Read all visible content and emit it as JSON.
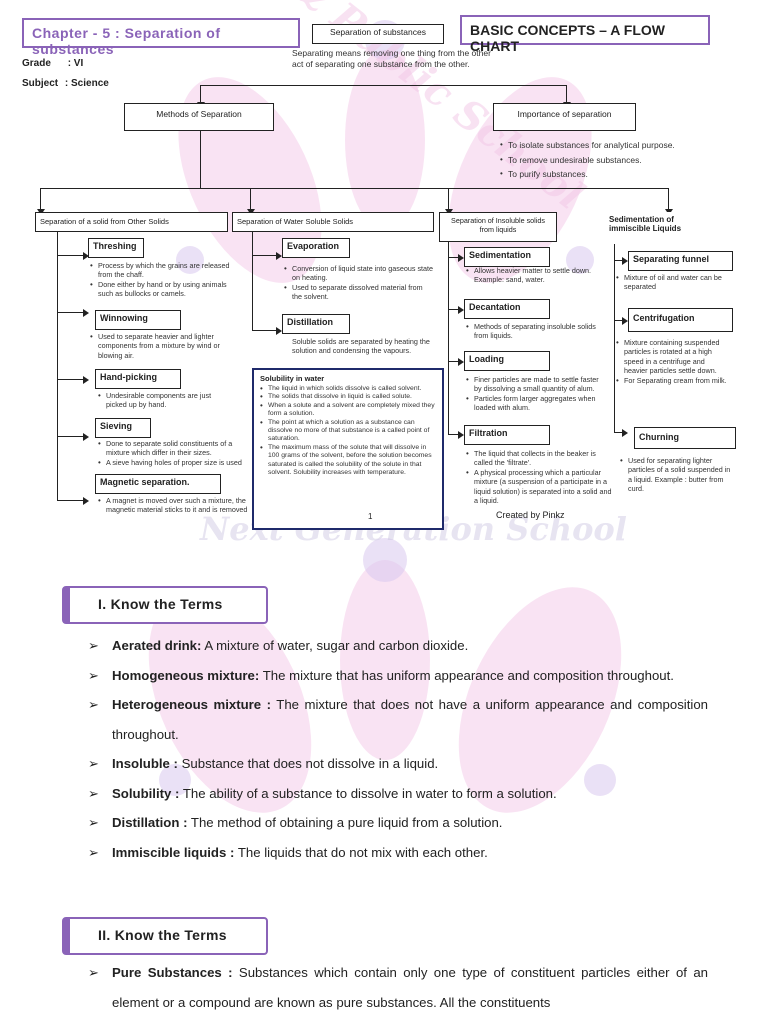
{
  "header": {
    "chapter": "Chapter - 5 : Separation of substances",
    "grade_label": "Grade",
    "grade_value": ": VI",
    "subject_label": "Subject",
    "subject_value": ": Science",
    "flowchart_title": "BASIC CONCEPTS – A FLOW CHART"
  },
  "watermark": {
    "line1": "Pinkz Public School",
    "line2": "Next Generation School"
  },
  "flowchart": {
    "root": "Separation of substances",
    "definition": [
      "Separating means removing one thing from the other",
      "act of separating one substance from the other."
    ],
    "methods_title": "Methods of Separation",
    "importance_title": "Importance of separation",
    "importance_points": [
      "To isolate substances for analytical purpose.",
      "To remove undesirable substances.",
      "To purify substances."
    ],
    "col1": {
      "title": "Separation of a solid from Other Solids",
      "threshing": "Threshing",
      "threshing_pts": [
        "Process by which the grains are released from the chaff.",
        "Done either by hand or by using animals such as bullocks or camels."
      ],
      "winnowing": "Winnowing",
      "winnowing_pts": [
        "Used to separate heavier and lighter components from a mixture by wind or blowing air."
      ],
      "handpicking": "Hand-picking",
      "handpicking_pts": [
        "Undesirable components are just picked up by hand."
      ],
      "sieving": "Sieving",
      "sieving_pts": [
        "Done to separate solid constituents of a mixture which differ in their sizes.",
        "A sieve having holes of proper size is used"
      ],
      "magnetic": "Magnetic separation.",
      "magnetic_pts": [
        "A magnet is moved over such a mixture, the magnetic material sticks to it and is removed"
      ]
    },
    "col2": {
      "title": "Separation of Water Soluble Solids",
      "evaporation": "Evaporation",
      "evaporation_pts": [
        "Conversion of liquid state into gaseous state on heating.",
        "Used to separate dissolved material from the solvent."
      ],
      "distillation": "Distillation",
      "distillation_text": "Soluble solids are separated by heating the solution and condensing the vapours.",
      "solubility_title": "Solubility in water",
      "solubility_pts": [
        "The liquid in which solids dissolve is called solvent.",
        "The solids that dissolve in liquid is called solute.",
        "When a solute and a solvent are completely mixed they form a solution.",
        "The point at which a solution as a substance can dissolve no more of that substance is a called point of saturation.",
        "The maximum mass of the solute that will dissolve in 100 grams of the solvent, before the solution becomes saturated is called the solubility of the solute in that solvent. Solubility increases with temperature."
      ]
    },
    "col3": {
      "title": "Separation of Insoluble solids from liquids",
      "sedimentation": "Sedimentation",
      "sedimentation_pts": [
        "Allows heavier matter to settle down. Example: sand, water."
      ],
      "decantation": "Decantation",
      "decantation_pts": [
        "Methods of separating insoluble solids from liquids."
      ],
      "loading": "Loading",
      "loading_pts": [
        "Finer particles are made to settle faster by dissolving a small quantity of alum.",
        "Particles form larger aggregates when loaded with alum."
      ],
      "filtration": "Filtration",
      "filtration_pts": [
        "The liquid that collects in the beaker is called the 'filtrate'.",
        "A physical processing which a particular mixture (a suspension of a participate in a liquid solution) is separated into a solid and a liquid."
      ]
    },
    "col4": {
      "title": "Sedimentation of immiscible Liquids",
      "funnel": "Separating funnel",
      "funnel_pts": [
        "Mixture of oil and water can be separated"
      ],
      "centrifugation": "Centrifugation",
      "centrifugation_pts": [
        "Mixture containing suspended particles is rotated at a high speed in a centrifuge and heavier particles settle down.",
        "For Separating cream from milk."
      ],
      "churning": "Churning",
      "churning_pts": [
        "Used for separating lighter particles of a solid suspended in a liquid. Example : butter from curd."
      ]
    },
    "page_number": "1",
    "credit": "Created by Pinkz"
  },
  "section1": {
    "heading": "I. Know the Terms",
    "terms": [
      {
        "term": "Aerated drink:",
        "def": " A mixture of water, sugar and carbon dioxide."
      },
      {
        "term": "Homogeneous mixture:",
        "def": " The mixture that has uniform appearance and composition throughout."
      },
      {
        "term": "Heterogeneous mixture :",
        "def": " The mixture that does not have a uniform appearance and composition throughout."
      },
      {
        "term": "Insoluble :",
        "def": " Substance that does not dissolve in a liquid."
      },
      {
        "term": "Solubility :",
        "def": " The ability of a substance to dissolve in water to form a solution."
      },
      {
        "term": "Distillation :",
        "def": " The method of obtaining a pure liquid from a solution."
      },
      {
        "term": "Immiscible liquids :",
        "def": " The liquids that do not mix with each other."
      }
    ]
  },
  "section2": {
    "heading": "II. Know the Terms",
    "terms": [
      {
        "term": "Pure Substances :",
        "def": " Substances which contain only one type of constituent particles either of an element or a compound are known as pure substances. All the constituents"
      }
    ]
  },
  "colors": {
    "accent": "#8a63b8",
    "watermark": "#f2c6e6",
    "navy_border": "#1f2a6b"
  }
}
